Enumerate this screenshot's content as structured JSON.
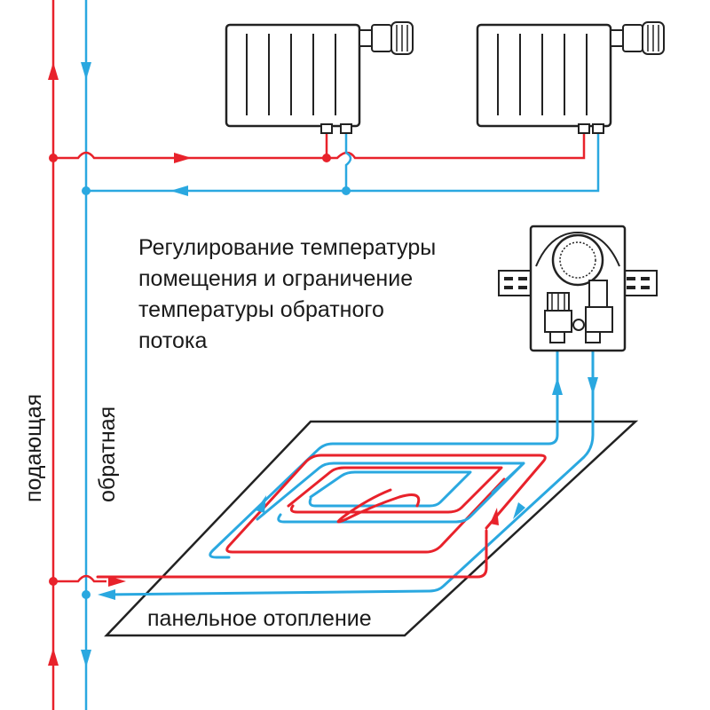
{
  "caption": {
    "lines": [
      "Регулирование температуры",
      "помещения и ограничение",
      "температуры обратного",
      "потока"
    ]
  },
  "labels": {
    "supply": "подающая",
    "return": "обратная",
    "floor": "панельное отопление"
  },
  "colors": {
    "supply": "#e8222b",
    "return": "#2aa8e0",
    "outline": "#222222"
  },
  "icons": [
    "radiator-icon",
    "thermostatic-head-icon",
    "control-unit-icon",
    "flow-arrow-icon"
  ]
}
